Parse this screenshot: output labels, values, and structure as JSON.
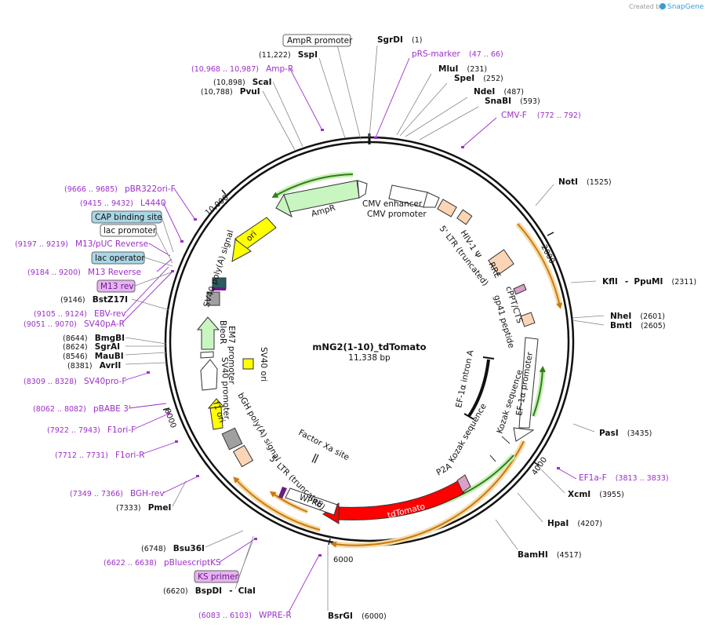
{
  "app": {
    "created_by": "Created by",
    "brand": "SnapGene"
  },
  "map": {
    "name": "mNG2(1-10)_tdTomato",
    "length_label": "11,338 bp"
  },
  "ticks": [
    "2000",
    "4000",
    "6000",
    "8000",
    "10,000"
  ],
  "enzymes": [
    {
      "id": "sgrdi",
      "name": "SgrDI",
      "pos": "(1)"
    },
    {
      "id": "mlui",
      "name": "MluI",
      "pos": "(231)"
    },
    {
      "id": "spei",
      "name": "SpeI",
      "pos": "(252)"
    },
    {
      "id": "ndei",
      "name": "NdeI",
      "pos": "(487)"
    },
    {
      "id": "snabi",
      "name": "SnaBI",
      "pos": "(593)"
    },
    {
      "id": "noti",
      "name": "NotI",
      "pos": "(1525)"
    },
    {
      "id": "kfli",
      "name": "KflI",
      "sep": "-",
      "name2": "PpuMI",
      "pos": "(2311)"
    },
    {
      "id": "nhei",
      "name": "NheI",
      "pos": "(2601)"
    },
    {
      "id": "bmti",
      "name": "BmtI",
      "pos": "(2605)"
    },
    {
      "id": "pasi",
      "name": "PasI",
      "pos": "(3435)"
    },
    {
      "id": "xcmi",
      "name": "XcmI",
      "pos": "(3955)"
    },
    {
      "id": "hpai",
      "name": "HpaI",
      "pos": "(4207)"
    },
    {
      "id": "bamhi",
      "name": "BamHI",
      "pos": "(4517)"
    },
    {
      "id": "bsrgi",
      "name": "BsrGI",
      "pos": "(6000)"
    },
    {
      "id": "bspdi",
      "name": "BspDI",
      "sep": "-",
      "name2": "ClaI",
      "pos": "(6620)"
    },
    {
      "id": "bsu36i",
      "name": "Bsu36I",
      "pos": "(6748)"
    },
    {
      "id": "pmei",
      "name": "PmeI",
      "pos": "(7333)"
    },
    {
      "id": "avrii",
      "name": "AvrII",
      "pos": "(8381)"
    },
    {
      "id": "maubi",
      "name": "MauBI",
      "pos": "(8546)"
    },
    {
      "id": "sgrai",
      "name": "SgrAI",
      "pos": "(8624)"
    },
    {
      "id": "bmgbi",
      "name": "BmgBI",
      "pos": "(8644)"
    },
    {
      "id": "bstz17i",
      "name": "BstZ17I",
      "pos": "(9146)"
    },
    {
      "id": "pvui",
      "name": "PvuI",
      "pos": "(10,788)"
    },
    {
      "id": "scai",
      "name": "ScaI",
      "pos": "(10,898)"
    },
    {
      "id": "sspi",
      "name": "SspI",
      "pos": "(11,222)"
    }
  ],
  "primers": [
    {
      "id": "prs",
      "name": "pRS-marker",
      "range": "(47 .. 66)"
    },
    {
      "id": "cmvf",
      "name": "CMV-F",
      "range": "(772 .. 792)"
    },
    {
      "id": "ef1af",
      "name": "EF1a-F",
      "range": "(3813 .. 3833)"
    },
    {
      "id": "wprer",
      "name": "WPRE-R",
      "range": "(6083 .. 6103)"
    },
    {
      "id": "pbluescript",
      "name": "pBluescriptKS",
      "range": "(6622 .. 6638)"
    },
    {
      "id": "bghrev",
      "name": "BGH-rev",
      "range": "(7349 .. 7366)"
    },
    {
      "id": "f1orir",
      "name": "F1ori-R",
      "range": "(7712 .. 7731)"
    },
    {
      "id": "f1orif",
      "name": "F1ori-F",
      "range": "(7922 .. 7943)"
    },
    {
      "id": "pbabe3",
      "name": "pBABE 3'",
      "range": "(8062 .. 8082)"
    },
    {
      "id": "sv40prof",
      "name": "SV40pro-F",
      "range": "(8309 .. 8328)"
    },
    {
      "id": "sv40par",
      "name": "SV40pA-R",
      "range": "(9051 .. 9070)"
    },
    {
      "id": "ebvrev",
      "name": "EBV-rev",
      "range": "(9105 .. 9124)"
    },
    {
      "id": "m13rev2",
      "name": "M13 Reverse",
      "range": "(9184 .. 9200)"
    },
    {
      "id": "m13puc",
      "name": "M13/pUC Reverse",
      "range": "(9197 .. 9219)"
    },
    {
      "id": "l4440",
      "name": "L4440",
      "range": "(9415 .. 9432)"
    },
    {
      "id": "pbr322",
      "name": "pBR322ori-F",
      "range": "(9666 .. 9685)"
    },
    {
      "id": "ampr",
      "name": "Amp-R",
      "range": "(10,968 .. 10,987)"
    }
  ],
  "boxes": {
    "ampr_promoter": "AmpR promoter",
    "cap_binding": "CAP binding site",
    "lac_promoter": "lac promoter",
    "lac_operator": "lac operator",
    "m13_rev": "M13 rev",
    "ks_primer": "KS primer"
  },
  "features": {
    "cmv_enhancer": "CMV enhancer",
    "cmv_promoter": "CMV promoter",
    "hiv_psi": "HIV-1 Ψ",
    "ltr5_top": "5' LTR (truncated)",
    "rre": "RRE",
    "cppt": "cPPT/CTS",
    "gp41": "gp41 peptide",
    "ef1a_intron": "EF-1α intron A",
    "ef1a_promoter": "EF-1α promoter",
    "kozak1": "Kozak sequence",
    "kozak2": "Kozak sequence",
    "p2a": "P2A",
    "tdtomato": "tdTomato",
    "wpre": "WPRE",
    "ltr5_bottom": "5' LTR (truncated)",
    "factor_xa": "Factor Xa site",
    "bgh": "bGH poly(A) signal",
    "f1ori": "f1 ori",
    "sv40_promoter": "SV40 promoter",
    "em7": "EM7 promoter",
    "bleor": "BleoR",
    "sv40_ori": "SV40 ori",
    "sv40_polya": "SV40 poly(A) signal",
    "ori": "ori",
    "ampr": "AmpR"
  },
  "colors": {
    "primer": "#9b2fc9",
    "orange_arrow": "#e8a23a",
    "green_arrow": "#4aa82b",
    "ampr_fill": "#c8f5c0",
    "ori_fill": "#ffff00",
    "tdtomato_fill": "#ff0000",
    "cap_fill": "#a9d6e5",
    "m13_fill": "#e6b3f0"
  }
}
